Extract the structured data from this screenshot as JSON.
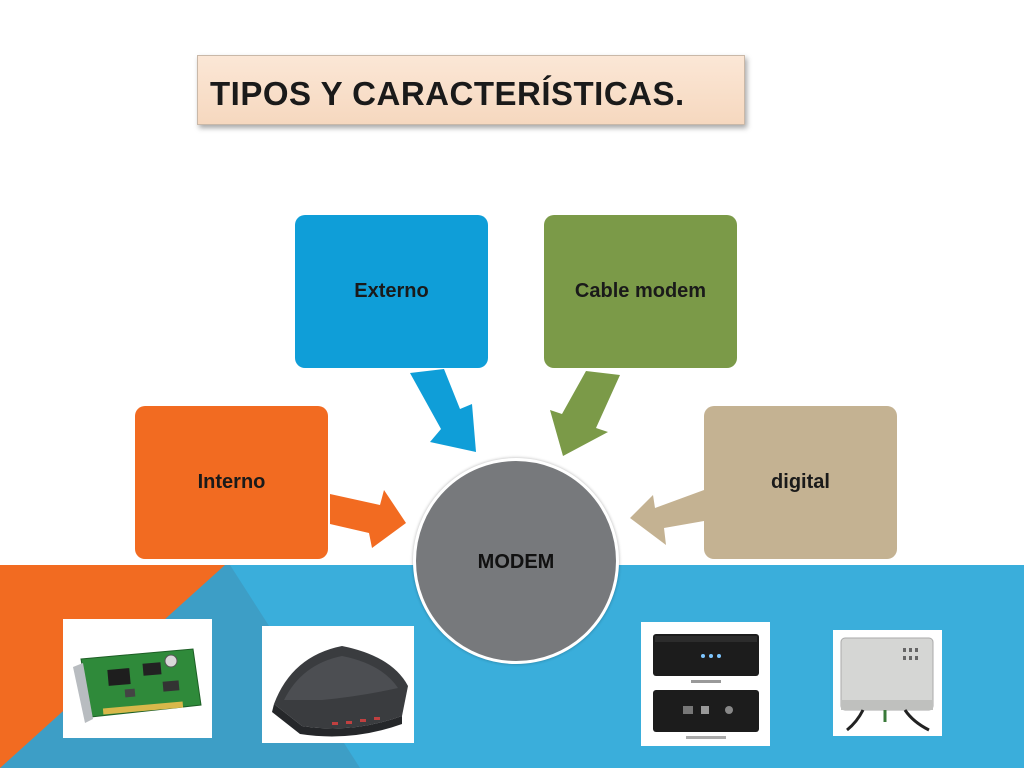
{
  "slide": {
    "title": "TIPOS Y CARACTERÍSTICAS."
  },
  "diagram": {
    "center": "MODEM",
    "nodes": [
      {
        "label": "Interno",
        "color": "#f26b21"
      },
      {
        "label": "Externo",
        "color": "#0f9ed8"
      },
      {
        "label": "Cable modem",
        "color": "#7b9a48"
      },
      {
        "label": "digital",
        "color": "#c4b292"
      }
    ]
  },
  "colors": {
    "orange": "#f26b21",
    "blue": "#3aaedb",
    "circle": "#77797c",
    "title_bg": "#f9e1cc"
  },
  "photos": [
    {
      "name": "internal-modem-card-image"
    },
    {
      "name": "external-modem-image"
    },
    {
      "name": "cable-modem-image"
    },
    {
      "name": "digital-modem-image"
    }
  ]
}
